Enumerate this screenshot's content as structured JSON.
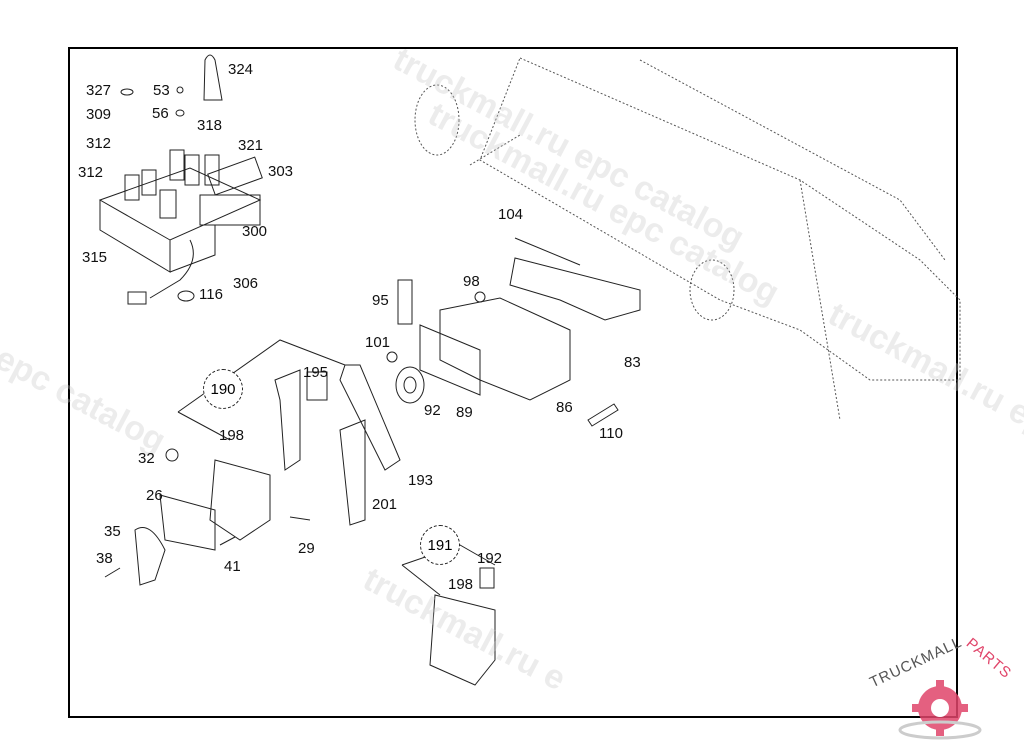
{
  "diagram": {
    "title": "",
    "callouts": [
      {
        "id": "324",
        "text": "324"
      },
      {
        "id": "327",
        "text": "327"
      },
      {
        "id": "53",
        "text": "53"
      },
      {
        "id": "309",
        "text": "309"
      },
      {
        "id": "56",
        "text": "56"
      },
      {
        "id": "318",
        "text": "318"
      },
      {
        "id": "312a",
        "text": "312"
      },
      {
        "id": "321",
        "text": "321"
      },
      {
        "id": "312b",
        "text": "312"
      },
      {
        "id": "303",
        "text": "303"
      },
      {
        "id": "300",
        "text": "300"
      },
      {
        "id": "315",
        "text": "315"
      },
      {
        "id": "306",
        "text": "306"
      },
      {
        "id": "116",
        "text": "116"
      },
      {
        "id": "104",
        "text": "104"
      },
      {
        "id": "98",
        "text": "98"
      },
      {
        "id": "95",
        "text": "95"
      },
      {
        "id": "101",
        "text": "101"
      },
      {
        "id": "83",
        "text": "83"
      },
      {
        "id": "92",
        "text": "92"
      },
      {
        "id": "89",
        "text": "89"
      },
      {
        "id": "86",
        "text": "86"
      },
      {
        "id": "110",
        "text": "110"
      },
      {
        "id": "195",
        "text": "195"
      },
      {
        "id": "198a",
        "text": "198"
      },
      {
        "id": "32",
        "text": "32"
      },
      {
        "id": "193",
        "text": "193"
      },
      {
        "id": "26",
        "text": "26"
      },
      {
        "id": "201",
        "text": "201"
      },
      {
        "id": "35",
        "text": "35"
      },
      {
        "id": "29",
        "text": "29"
      },
      {
        "id": "38",
        "text": "38"
      },
      {
        "id": "41",
        "text": "41"
      },
      {
        "id": "192",
        "text": "192"
      },
      {
        "id": "198b",
        "text": "198"
      }
    ],
    "assemblies": [
      {
        "id": "190",
        "text": "190"
      },
      {
        "id": "191",
        "text": "191"
      }
    ]
  },
  "watermarks": [
    "truckmall.ru epc catalog",
    "truckmall.ru epc catalog",
    "l epc catalog",
    "truckmall.ru e",
    "truckmall.ru epc catalog"
  ],
  "logo": {
    "text_dark": "TRUCKMALL",
    "text_accent": "PARTS",
    "accent_color": "#e0456a"
  }
}
